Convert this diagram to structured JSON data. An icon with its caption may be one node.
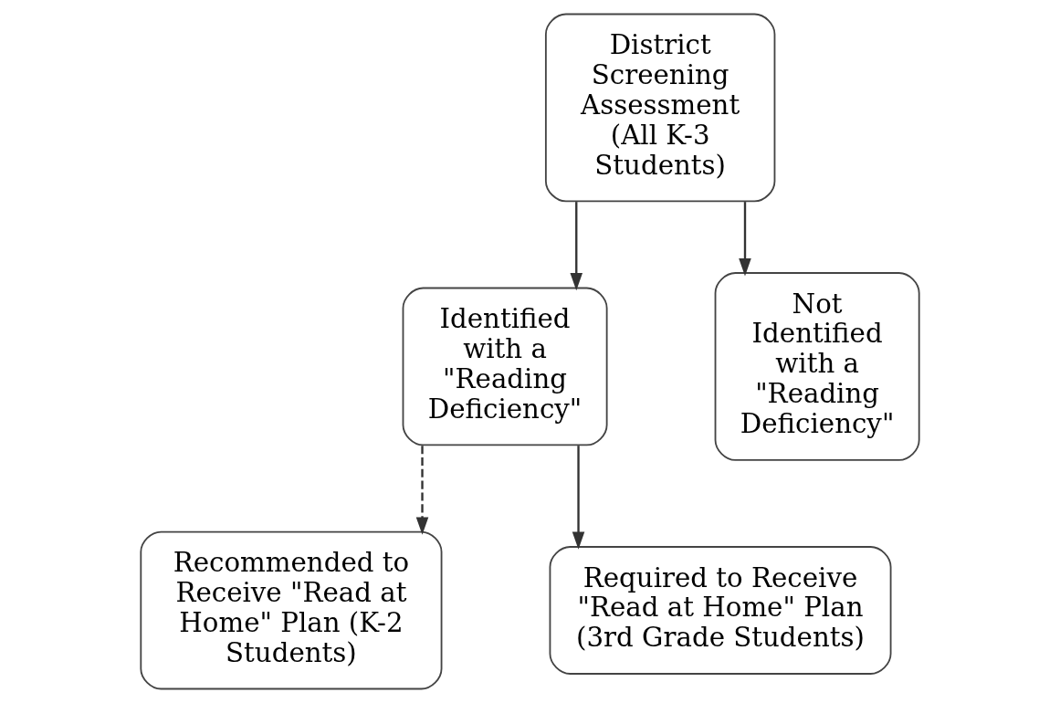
{
  "diagram": {
    "nodes": [
      {
        "text": [
          "District Screening Assessment (All K-3 Students)"
        ]
      },
      {
        "text": [
          "Identified with a \"Reading Deficiency\""
        ]
      },
      {
        "text": [
          "Not Identified with a \"Reading Deficiency\""
        ]
      },
      {
        "text": [
          "Recommended to Receive \"Read at Home\" Plan (K-2 Students)"
        ]
      },
      {
        "text": [
          "Required to Receive \"Read at Home\" Plan (3rd Grade Students)"
        ]
      }
    ],
    "edges": [
      {
        "from": 0,
        "to": 1,
        "arrow": "to"
      },
      {
        "from": 0,
        "to": 2,
        "arrow": "to"
      },
      {
        "from": 1,
        "to": 3,
        "arrow": "to",
        "style": "dashed"
      },
      {
        "from": 1,
        "to": 4,
        "arrow": "to"
      }
    ]
  }
}
